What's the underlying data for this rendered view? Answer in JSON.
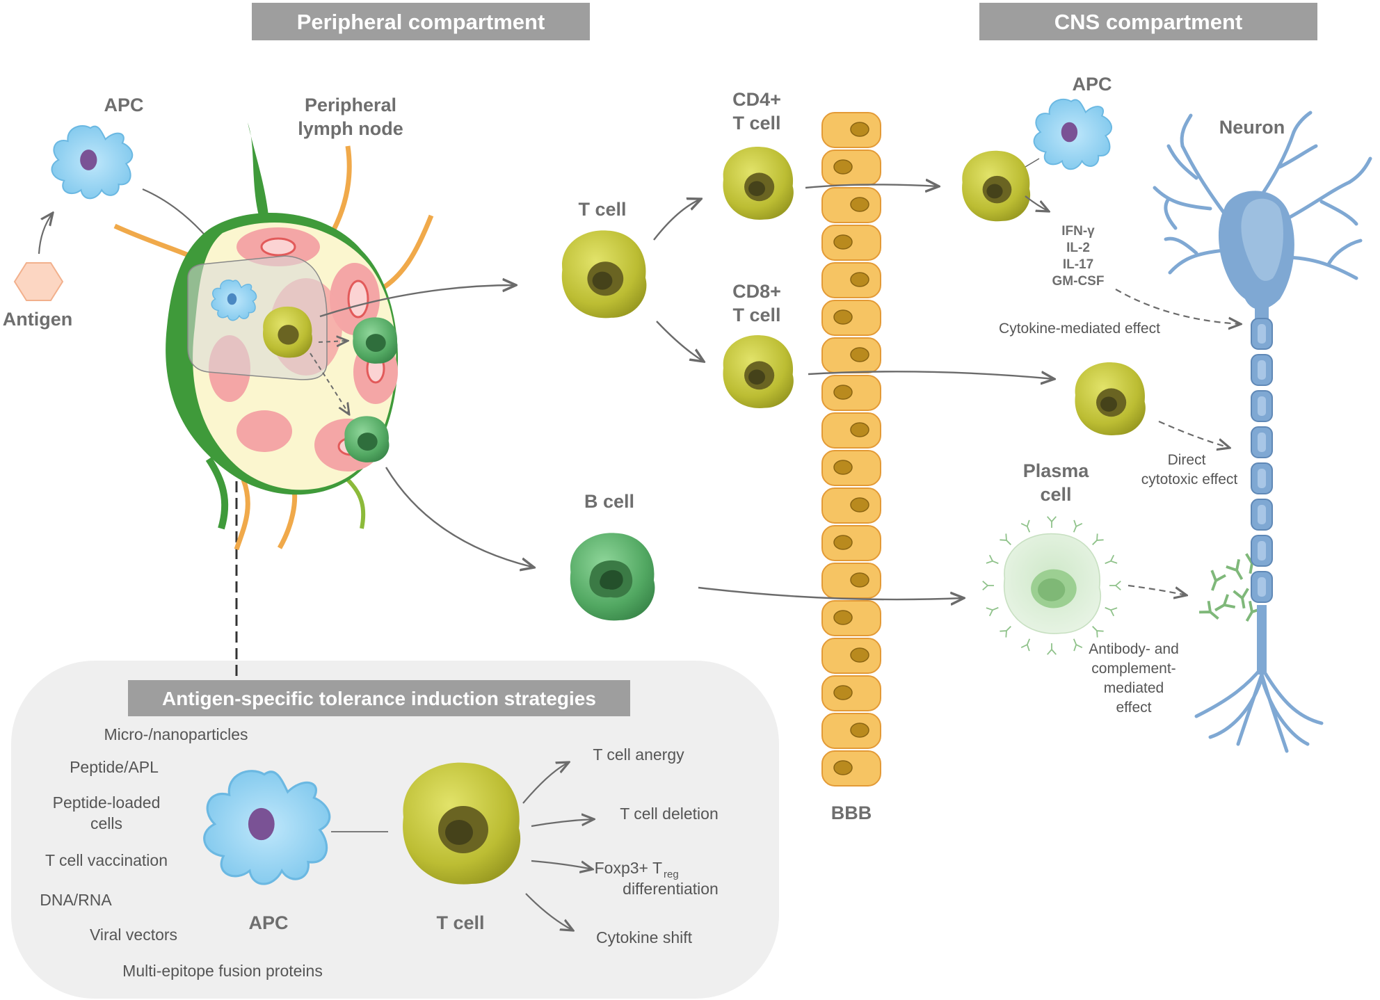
{
  "headers": {
    "peripheral": "Peripheral compartment",
    "cns": "CNS compartment"
  },
  "peripheral": {
    "apc_label": "APC",
    "antigen_label": "Antigen",
    "lymph_node_label_1": "Peripheral",
    "lymph_node_label_2": "lymph node"
  },
  "cells": {
    "t_cell": "T cell",
    "cd4_line1": "CD4+",
    "cd4_line2": "T cell",
    "cd8_line1": "CD8+",
    "cd8_line2": "T cell",
    "b_cell": "B cell",
    "bbb": "BBB"
  },
  "cns": {
    "apc_label": "APC",
    "neuron_label": "Neuron",
    "cytokines": [
      "IFN-γ",
      "IL-2",
      "IL-17",
      "GM-CSF"
    ],
    "cytokine_effect": "Cytokine-mediated effect",
    "direct_line1": "Direct",
    "direct_line2": "cytotoxic effect",
    "plasma_line1": "Plasma",
    "plasma_line2": "cell",
    "antibody_lines": [
      "Antibody- and",
      "complement-",
      "mediated",
      "effect"
    ]
  },
  "tolerance": {
    "title": "Antigen-specific tolerance induction strategies",
    "strategies": [
      "Micro-/nanoparticles",
      "Peptide/APL",
      "Peptide-loaded",
      "cells",
      "T cell vaccination",
      "DNA/RNA",
      "Viral vectors",
      "Multi-epitope fusion proteins"
    ],
    "apc_label": "APC",
    "t_cell_label": "T cell",
    "outcomes": {
      "anergy": "T cell anergy",
      "deletion": "T cell deletion",
      "foxp3_main": "Foxp3+ T",
      "foxp3_sub": "reg",
      "foxp3_line2": "differentiation",
      "cytokine_shift": "Cytokine shift"
    }
  },
  "colors": {
    "header_bg": "#9e9e9e",
    "panel_bg": "#efefef",
    "t_cell": "#c2c23a",
    "b_cell": "#5fb36e",
    "apc": "#8ed0f0",
    "bbb_cell": "#f5c25e",
    "neuron": "#7fa8d3"
  }
}
